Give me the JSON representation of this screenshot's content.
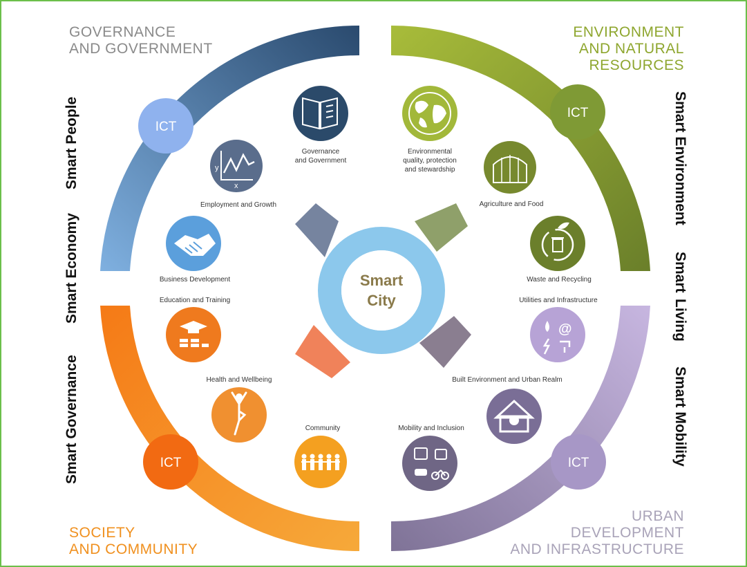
{
  "corners": {
    "top_left": [
      "GOVERNANCE",
      "AND GOVERNMENT"
    ],
    "top_right": [
      "ENVIRONMENT",
      "AND NATURAL",
      "RESOURCES"
    ],
    "bottom_left": [
      "SOCIETY",
      "AND COMMUNITY"
    ],
    "bottom_right": [
      "URBAN",
      "DEVELOPMENT",
      "AND INFRASTRUCTURE"
    ]
  },
  "left_side": [
    "Smart Governance",
    "Smart Economy",
    "Smart People"
  ],
  "right_side": [
    "Smart Environment",
    "Smart",
    "Living",
    "Smart Mobility"
  ],
  "ict_label": "ICT",
  "center": [
    "Smart",
    "City"
  ],
  "labels": {
    "governance": [
      "Governance",
      "and Government"
    ],
    "employment": "Employment and Growth",
    "business": "Business Development",
    "education": "Education and Training",
    "health": "Health and Wellbeing",
    "community": "Community",
    "environmental": [
      "Environmental",
      "quality, protection",
      "and stewardship"
    ],
    "agriculture": "Agriculture  and Food",
    "waste": "Waste and Recycling",
    "utilities": "Utilities and Infrastructure",
    "built": "Built Environment and Urban Realm",
    "mobility": "Mobility and Inclusion"
  },
  "colors": {
    "governance_blue": "#4a6a9a",
    "environment_green": "#8aa032",
    "society_orange": "#f08a1e",
    "urban_purple": "#a893c2",
    "center_blue": "#8cc8ec",
    "frame_green": "#6cbf4a"
  }
}
